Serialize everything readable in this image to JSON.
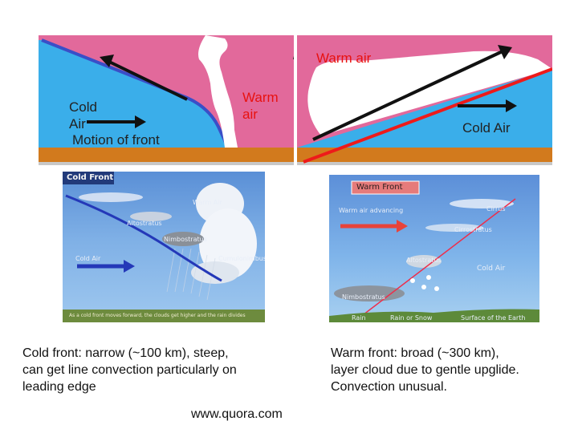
{
  "top_left": {
    "cold_air_label_line1": "Cold",
    "cold_air_label_line2": "Air",
    "warm_air_label_line1": "Warm",
    "warm_air_label_line2": "air",
    "motion_label": "Motion of front"
  },
  "top_right": {
    "warm_air_label": "Warm air",
    "cold_air_label": "Cold Air"
  },
  "cold_front_photo": {
    "title": "Cold Front",
    "labels": [
      "Warm Air",
      "Altostratus",
      "Nimbostratus",
      "Cumulonimbus",
      "Cold Air"
    ],
    "footer": "As a cold front moves forward, the clouds get higher and the rain divides"
  },
  "warm_front_photo": {
    "title": "Warm Front",
    "labels": [
      "Warm air advancing",
      "Cirrus",
      "Cirrostratus",
      "Altostratus",
      "Cold Air",
      "Nimbostratus",
      "Rain",
      "Rain or Snow",
      "Surface of the Earth"
    ]
  },
  "captions": {
    "cold_front": [
      "Cold front: narrow (~100 km), steep,",
      "can get line convection particularly on",
      "leading edge"
    ],
    "warm_front": [
      "Warm front: broad (~300 km),",
      "layer cloud due to gentle upglide.",
      "Convection unusual."
    ],
    "source": "www.quora.com"
  },
  "colors": {
    "warm_air": "#e2699b",
    "cold_air": "#3aaeea",
    "ground": "#d27a1d",
    "front_line_cold": "#3a4ec8",
    "front_line_warm": "#ee1a1a"
  }
}
